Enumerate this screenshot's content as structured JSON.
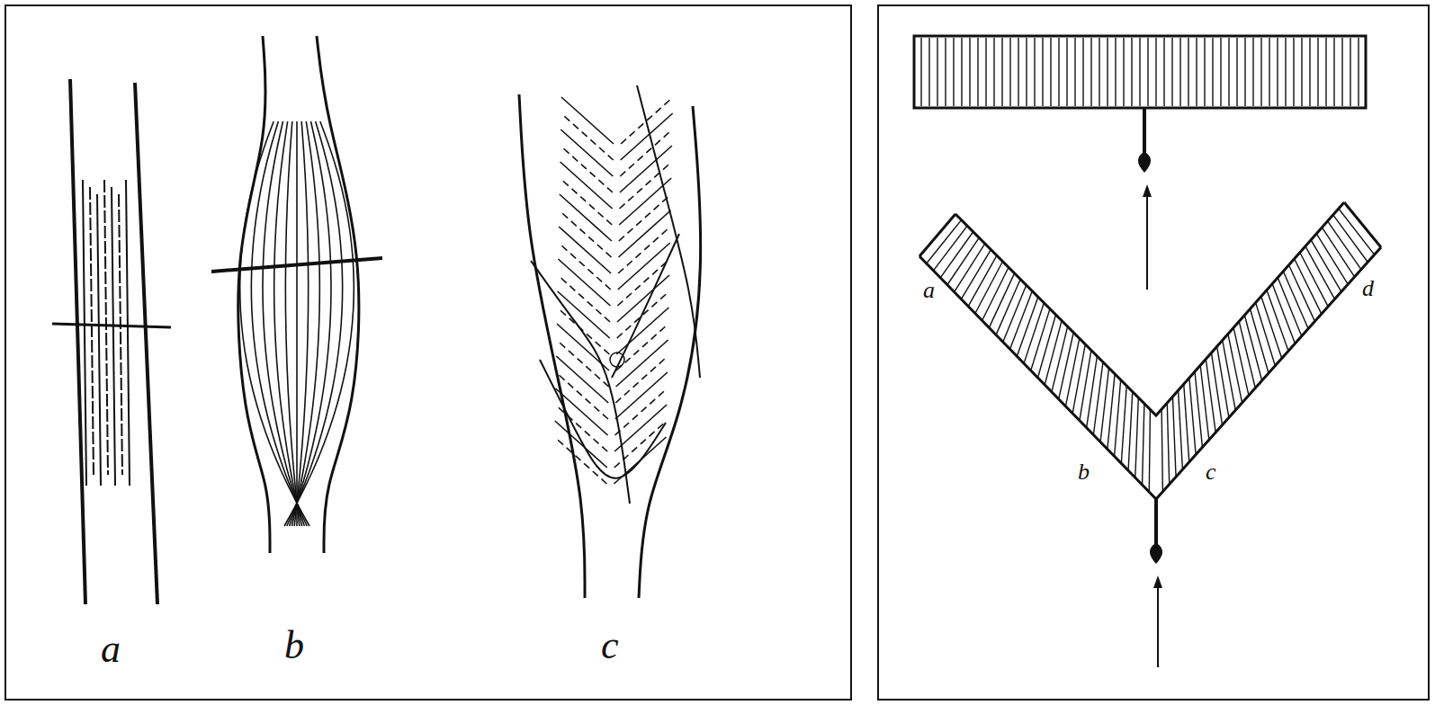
{
  "diagram": {
    "labels": [
      "a",
      "b",
      "c",
      "a",
      "b",
      "c",
      "d"
    ]
  }
}
